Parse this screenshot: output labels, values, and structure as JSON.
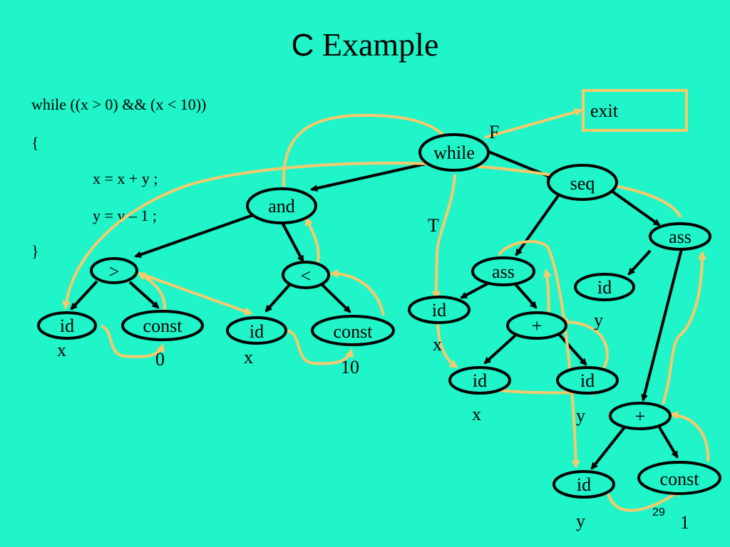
{
  "title": {
    "main": "C",
    "rest": " Example"
  },
  "code": [
    "while ((x > 0) && (x < 10))",
    "{",
    "x = x + y ;",
    "y = y – 1 ;",
    "}"
  ],
  "exit_box": "exit",
  "branch_labels": {
    "false": "F",
    "true": "T"
  },
  "nodes": {
    "while": "while",
    "and": "and",
    "seq": "seq",
    "gt": ">",
    "lt": "<",
    "ass1": "ass",
    "ass2": "ass",
    "id_gt": "id",
    "const_gt": "const",
    "id_lt": "id",
    "const_lt": "const",
    "id_ass1": "id",
    "plus1": "+",
    "id_plus1_left": "id",
    "id_plus1_right": "id",
    "id_ass2": "id",
    "plus2": "+",
    "id_plus2": "id",
    "const_plus2": "const"
  },
  "values": {
    "x1": "x",
    "zero": "0",
    "x2": "x",
    "ten": "10",
    "x3": "x",
    "x4": "x",
    "y1": "y",
    "y2": "y",
    "y3": "y",
    "one": "1"
  },
  "page_number": "29",
  "colors": {
    "background": "#1ff5c9",
    "flow_arrow": "#f7c96a",
    "tree_edge": "#000000"
  }
}
